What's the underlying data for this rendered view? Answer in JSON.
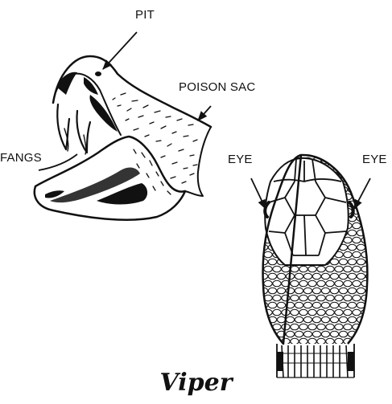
{
  "labels": {
    "pit": "PIT",
    "poison_sac": "POISON SAC",
    "fangs": "FANGS",
    "eye_left": "EYE",
    "eye_right": "EYE"
  },
  "caption": "Viper",
  "colors": {
    "ink": "#111111",
    "background": "#ffffff"
  }
}
